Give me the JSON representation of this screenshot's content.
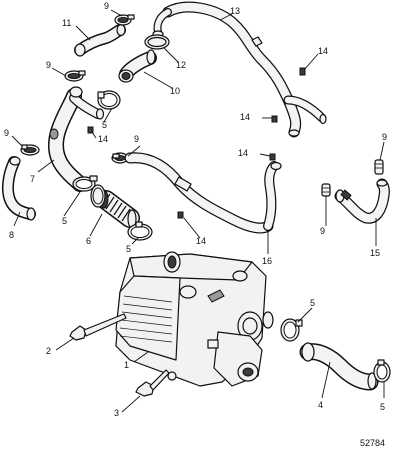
{
  "figure_number": "52784",
  "callouts": [
    {
      "id": "c1",
      "label": "1"
    },
    {
      "id": "c2",
      "label": "2"
    },
    {
      "id": "c3",
      "label": "3"
    },
    {
      "id": "c4",
      "label": "4"
    },
    {
      "id": "c5a",
      "label": "5"
    },
    {
      "id": "c5b",
      "label": "5"
    },
    {
      "id": "c5c",
      "label": "5"
    },
    {
      "id": "c5d",
      "label": "5"
    },
    {
      "id": "c5e",
      "label": "5"
    },
    {
      "id": "c6",
      "label": "6"
    },
    {
      "id": "c7",
      "label": "7"
    },
    {
      "id": "c8",
      "label": "8"
    },
    {
      "id": "c9a",
      "label": "9"
    },
    {
      "id": "c9b",
      "label": "9"
    },
    {
      "id": "c9c",
      "label": "9"
    },
    {
      "id": "c9d",
      "label": "9"
    },
    {
      "id": "c9e",
      "label": "9"
    },
    {
      "id": "c9f",
      "label": "9"
    },
    {
      "id": "c10",
      "label": "10"
    },
    {
      "id": "c11",
      "label": "11"
    },
    {
      "id": "c12",
      "label": "12"
    },
    {
      "id": "c13",
      "label": "13"
    },
    {
      "id": "c14a",
      "label": "14"
    },
    {
      "id": "c14b",
      "label": "14"
    },
    {
      "id": "c14c",
      "label": "14"
    },
    {
      "id": "c14d",
      "label": "14"
    },
    {
      "id": "c14e",
      "label": "14"
    },
    {
      "id": "c15",
      "label": "15"
    },
    {
      "id": "c16",
      "label": "16"
    }
  ]
}
